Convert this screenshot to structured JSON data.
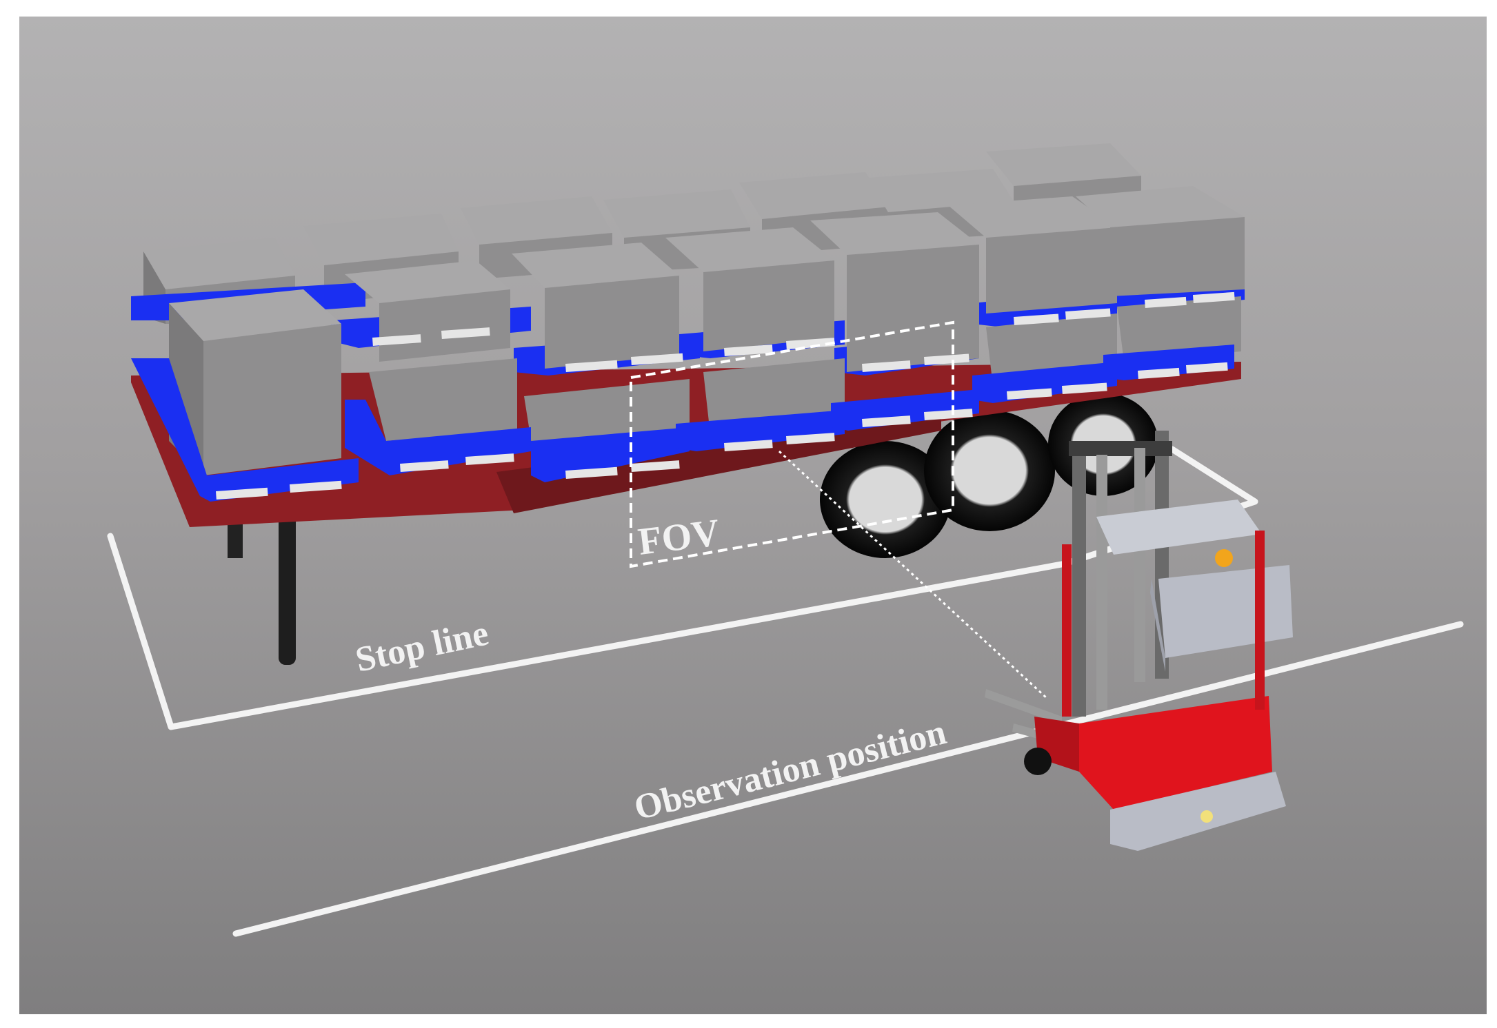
{
  "labels": {
    "fov": "FOV",
    "stop_line": "Stop line",
    "observation_position": "Observation position"
  },
  "colors": {
    "background_top": "#b3b2b3",
    "background_bottom": "#7f7e7f",
    "pallet": "#1a2ff2",
    "trailer_frame": "#8f1f24",
    "box_front": "#8f8e8f",
    "box_top": "#a9a8a9",
    "box_side": "#7b7a7b",
    "floor_line": "#f3f3f3",
    "forklift_body": "#e0141d",
    "forklift_cabinet": "#b9bcc6"
  }
}
